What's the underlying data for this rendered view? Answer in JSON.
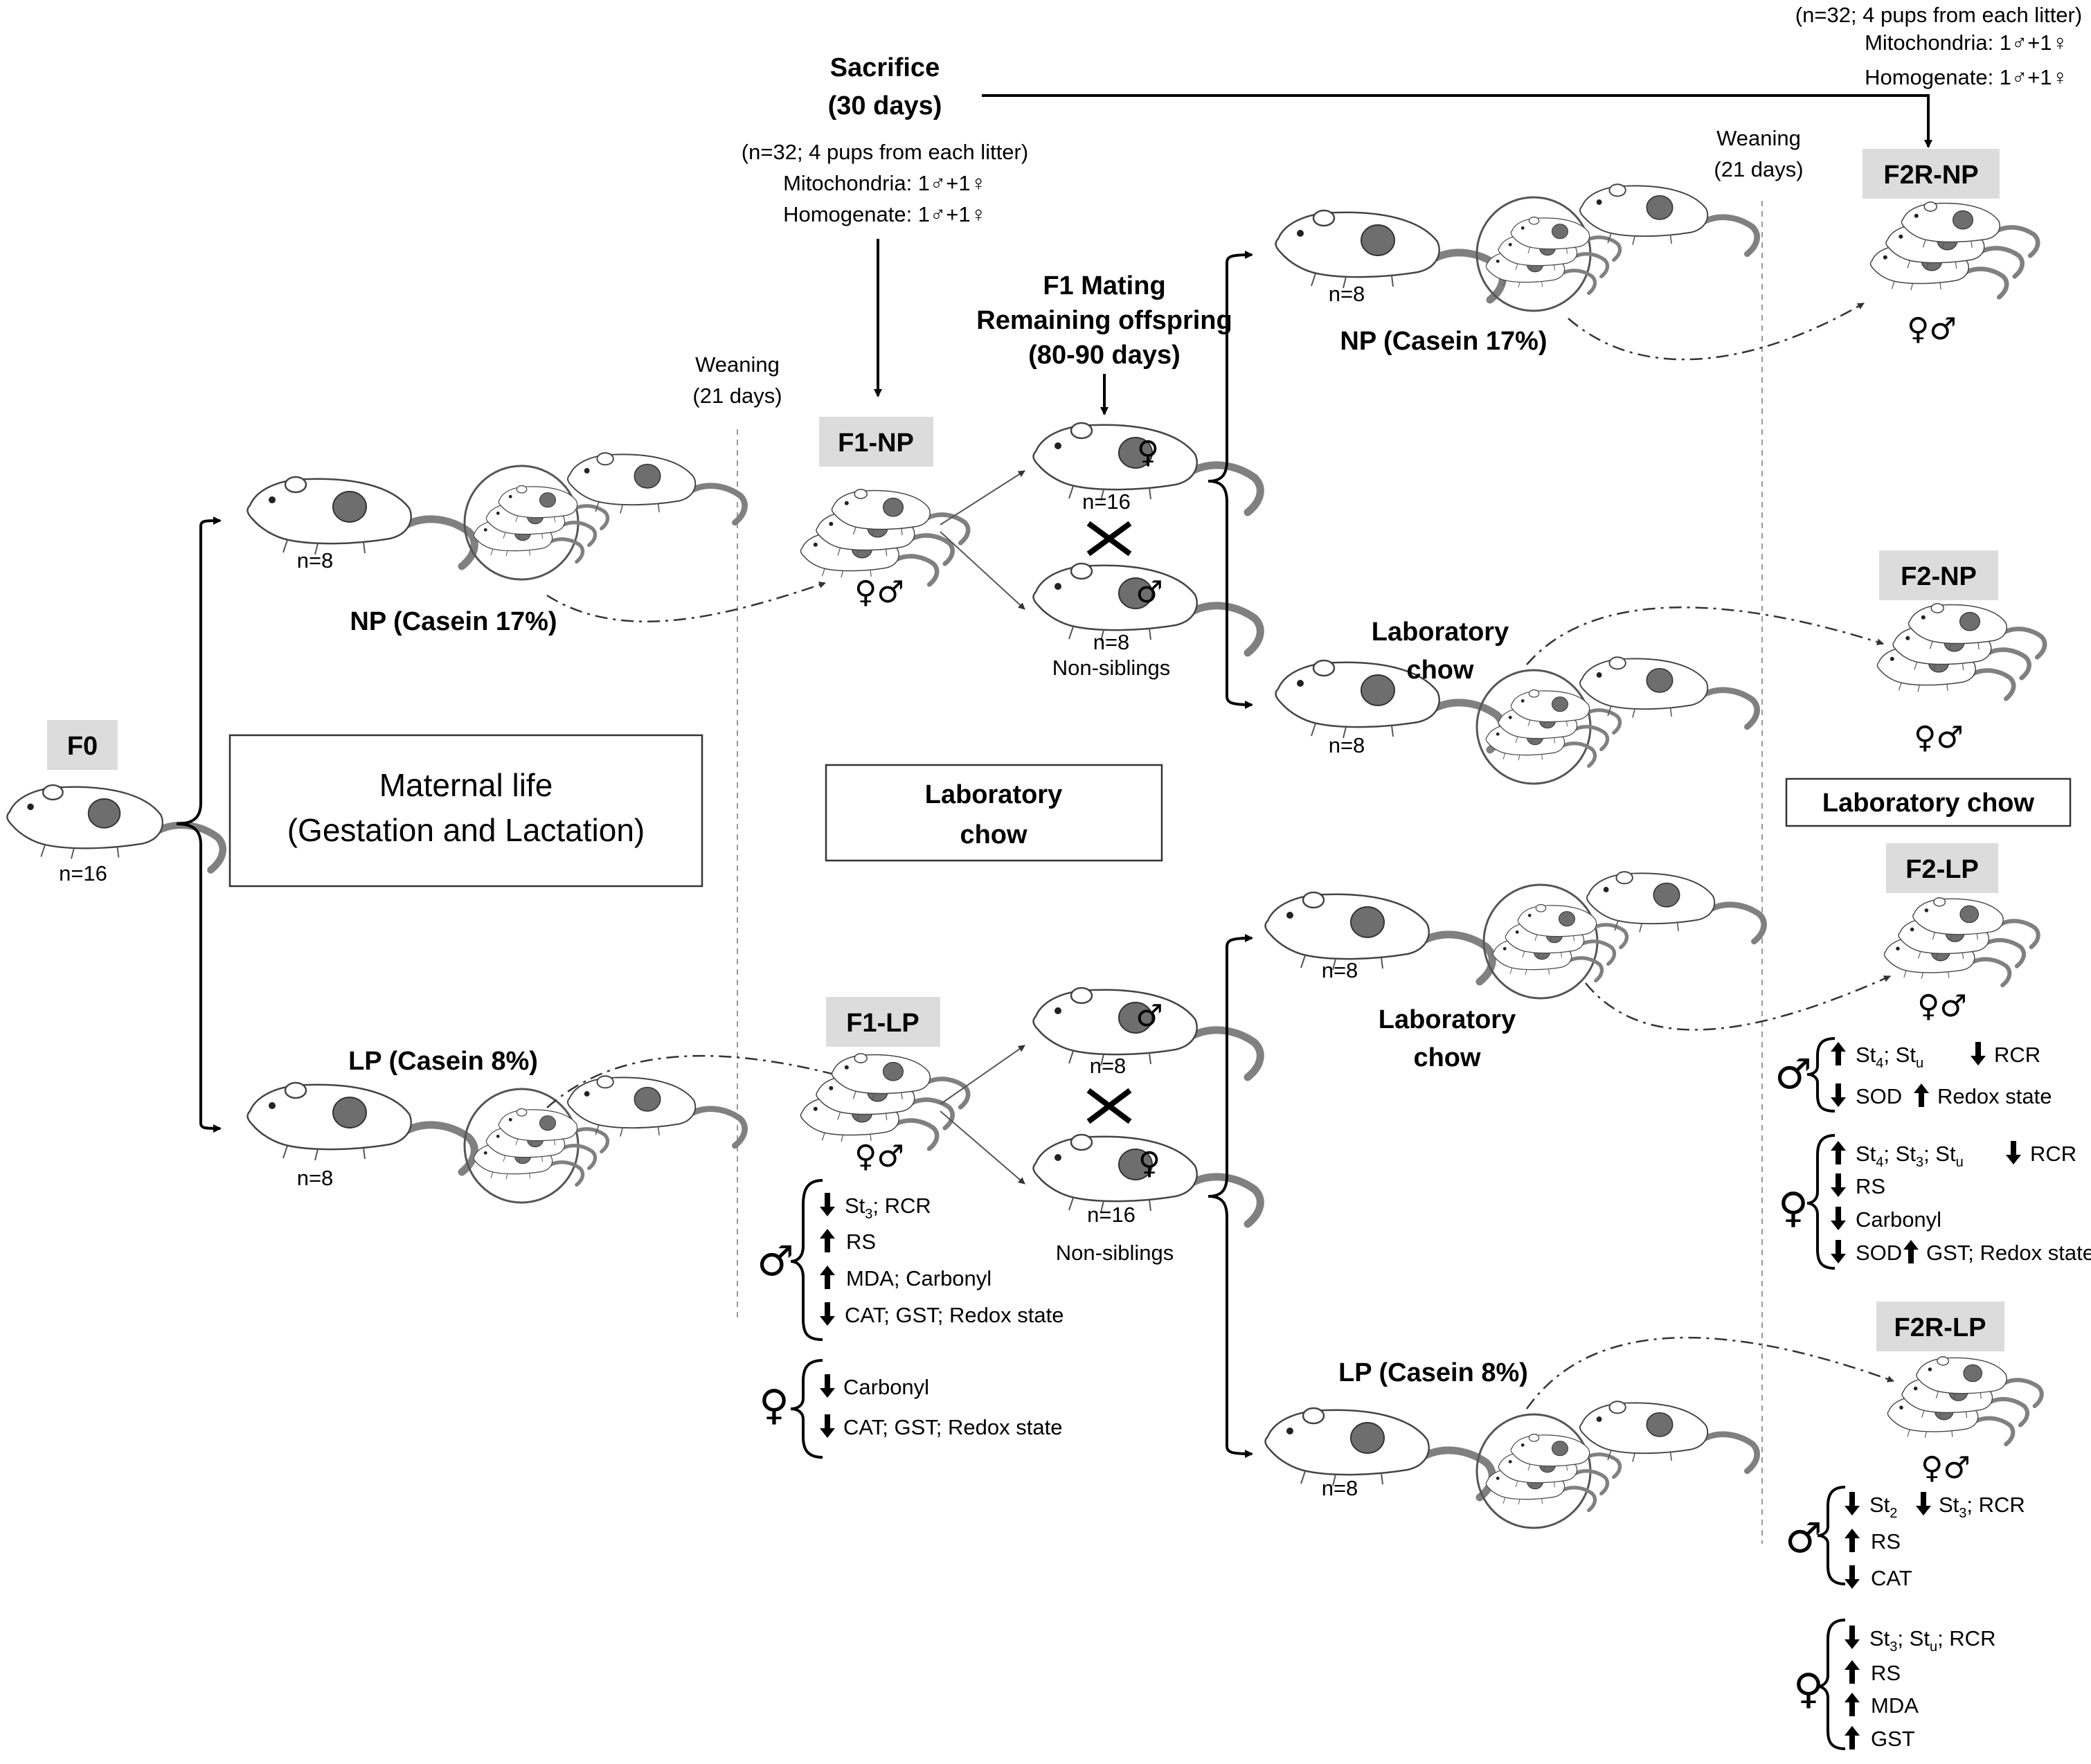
{
  "top_note": {
    "line1": "(n=32; 4 pups from each litter)",
    "line2": "Mitochondria: 1♂+1♀",
    "line3": "Homogenate: 1♂+1♀"
  },
  "sacrifice": {
    "title": "Sacrifice",
    "days": "(30 days)",
    "line1": "(n=32; 4 pups from each litter)",
    "line2": "Mitochondria: 1♂+1♀",
    "line3": "Homogenate: 1♂+1♀"
  },
  "weaning": {
    "label": "Weaning",
    "days": "(21 days)"
  },
  "f0": {
    "tag": "F0",
    "n": "n=16"
  },
  "maternal_box": {
    "line1": "Maternal life",
    "line2": "(Gestation and Lactation)"
  },
  "f1_np_branch": {
    "n": "n=8",
    "diet": "NP (Casein 17%)"
  },
  "f1_lp_branch": {
    "n": "n=8",
    "diet": "LP (Casein 8%)"
  },
  "f1np": {
    "tag": "F1-NP",
    "sex": "♀♂"
  },
  "f1lp": {
    "tag": "F1-LP",
    "sex": "♀♂"
  },
  "lab_chow_mid": {
    "line1": "Laboratory",
    "line2": "chow"
  },
  "f1_mating": {
    "line1": "F1 Mating",
    "line2": "Remaining offspring",
    "line3": "(80-90 days)"
  },
  "mating_np": {
    "female_n": "n=16",
    "male_n": "n=8",
    "non_siblings": "Non-siblings",
    "female": "♀",
    "male": "♂"
  },
  "mating_lp": {
    "male_n": "n=8",
    "female_n": "n=16",
    "non_siblings": "Non-siblings",
    "female": "♀",
    "male": "♂"
  },
  "f1lp_male_effects": {
    "sex": "♂",
    "e1": "St",
    "e1_sub": "3",
    "e1_rest": "; RCR",
    "e2": "RS",
    "e3": "MDA; Carbonyl",
    "e4": "CAT; GST; Redox state"
  },
  "f1lp_female_effects": {
    "sex": "♀",
    "e1": "Carbonyl",
    "e2": "CAT; GST; Redox state"
  },
  "f2_groups": {
    "np_np": {
      "n": "n=8",
      "diet": "NP (Casein 17%)"
    },
    "np_chow": {
      "n": "n=8",
      "diet1": "Laboratory",
      "diet2": "chow"
    },
    "lp_chow": {
      "n": "n=8",
      "diet1": "Laboratory",
      "diet2": "chow"
    },
    "lp_lp": {
      "n": "n=8",
      "diet": "LP (Casein 8%)"
    }
  },
  "f2rnp": {
    "tag": "F2R-NP",
    "sex": "♀♂"
  },
  "f2np": {
    "tag": "F2-NP",
    "sex": "♀♂"
  },
  "lab_chow_right": {
    "label": "Laboratory chow"
  },
  "f2lp": {
    "tag": "F2-LP",
    "sex": "♀♂",
    "male": {
      "sex": "♂",
      "r1a": "St",
      "r1a_sub": "4",
      "r1b": "; St",
      "r1b_sub": "u",
      "r1c": "RCR",
      "r2a": "SOD",
      "r2b": "Redox state"
    },
    "female": {
      "sex": "♀",
      "r1a": "St",
      "r1a_sub": "4",
      "r1b": "; St",
      "r1b_sub": "3",
      "r1c": "; St",
      "r1c_sub": "u",
      "r1d": "RCR",
      "r2": "RS",
      "r3": "Carbonyl",
      "r4a": "SOD",
      "r4b": "GST; Redox state"
    }
  },
  "f2rlp": {
    "tag": "F2R-LP",
    "sex": "♀♂",
    "male": {
      "sex": "♂",
      "r1a": "St",
      "r1a_sub": "2",
      "r1b": "St",
      "r1b_sub": "3",
      "r1c": "; RCR",
      "r2": "RS",
      "r3": "CAT"
    },
    "female": {
      "sex": "♀",
      "r1a": "St",
      "r1a_sub": "3",
      "r1b": "; St",
      "r1b_sub": "u",
      "r1c": "; RCR",
      "r2": "RS",
      "r3": "MDA",
      "r4": "GST"
    }
  }
}
